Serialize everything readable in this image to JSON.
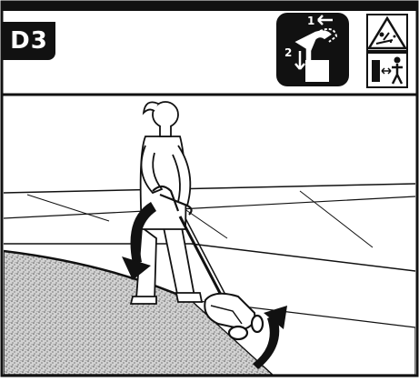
{
  "header": {
    "step_label": "D3"
  },
  "steps_icon": {
    "step_1_label": "1",
    "step_2_label": "2",
    "icons": [
      "handle-rotate-icon",
      "arrow-left-icon",
      "arrow-down-icon"
    ]
  },
  "warning_icons": [
    "debris-hazard-icon",
    "keep-distance-icon"
  ],
  "illustration": {
    "subject": "person-using-edger",
    "arrows": [
      "rotate-down-arrow-icon",
      "rotate-up-arrow-icon"
    ]
  },
  "colors": {
    "ink": "#111111",
    "paper": "#ffffff",
    "grass": "#c8c8c8"
  }
}
